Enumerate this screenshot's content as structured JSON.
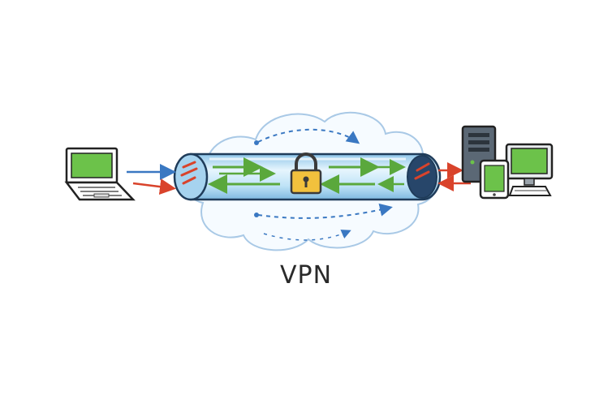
{
  "diagram": {
    "caption": "VPN",
    "nodes": [
      {
        "id": "laptop",
        "icon": "laptop-icon"
      },
      {
        "id": "vpn-tunnel",
        "icon": "tunnel-icon"
      },
      {
        "id": "padlock",
        "icon": "padlock-icon"
      },
      {
        "id": "cloud",
        "icon": "cloud-icon"
      },
      {
        "id": "server",
        "icon": "server-tower-icon"
      },
      {
        "id": "tablet",
        "icon": "tablet-icon"
      },
      {
        "id": "desktop",
        "icon": "desktop-monitor-icon"
      }
    ],
    "colors": {
      "outline": "#222222",
      "screen_green": "#6cc24a",
      "tunnel_blue": "#bfe3f7",
      "arrow_green": "#5aa83c",
      "arrow_blue": "#3a78c2",
      "arrow_red": "#d9432b",
      "lock_gold": "#f2c13d",
      "cloud_edge": "#a9c9e6"
    }
  }
}
